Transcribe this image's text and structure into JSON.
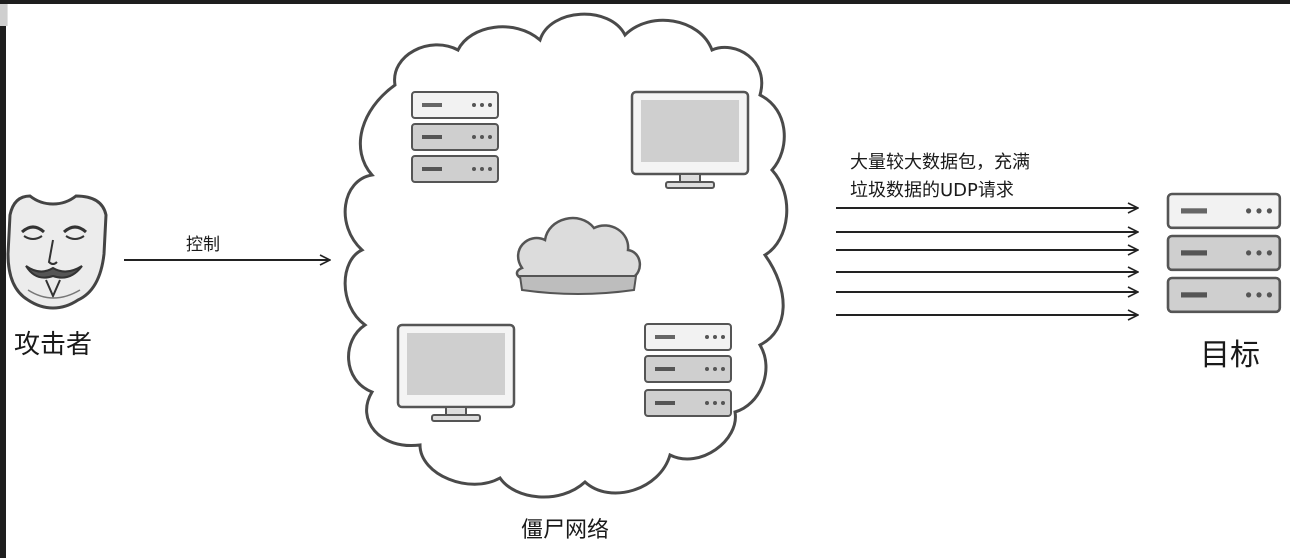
{
  "diagram": {
    "attacker": {
      "label": "攻击者",
      "icon": "mask-icon"
    },
    "control_arrow": {
      "label": "控制"
    },
    "botnet": {
      "label": "僵尸网络",
      "icon": "cloud-icon"
    },
    "attack_description": {
      "line1": "大量较大数据包，充满",
      "line2": "垃圾数据的UDP请求"
    },
    "target": {
      "label": "目标",
      "icon": "server-icon"
    },
    "attack_arrow_count": 6
  },
  "colors": {
    "background": "#1e1e1e",
    "canvas": "#ffffff",
    "stroke": "#4a4a4a"
  }
}
